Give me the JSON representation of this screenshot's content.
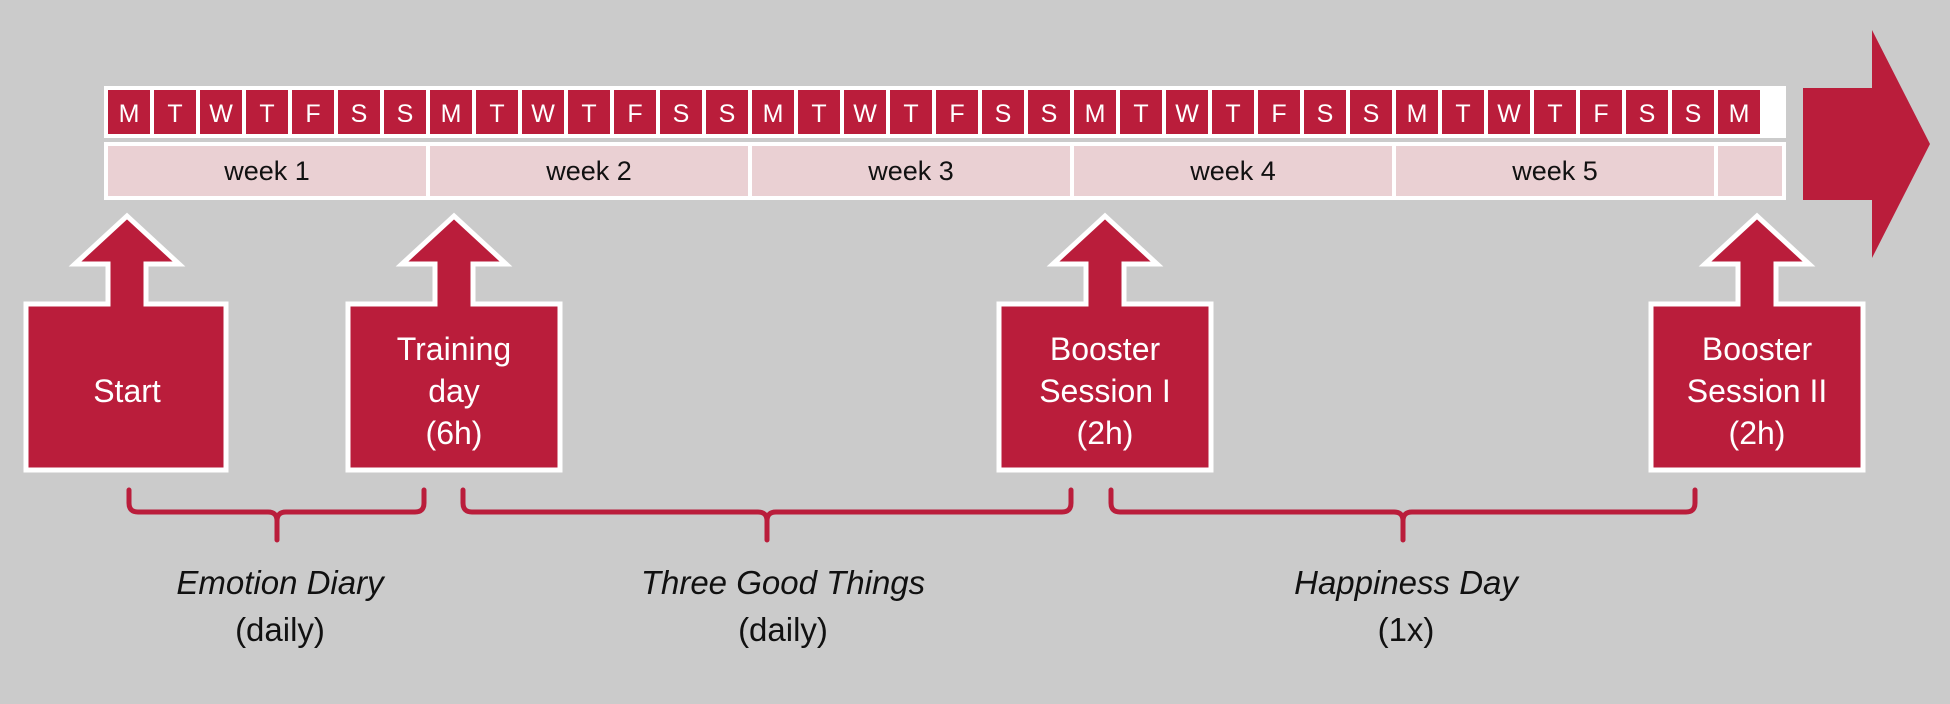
{
  "colors": {
    "background": "#cbcbcb",
    "crimson": "#ba1d3b",
    "week_band": "#ead0d3",
    "white": "#ffffff"
  },
  "timeline": {
    "days": [
      "M",
      "T",
      "W",
      "T",
      "F",
      "S",
      "S",
      "M",
      "T",
      "W",
      "T",
      "F",
      "S",
      "S",
      "M",
      "T",
      "W",
      "T",
      "F",
      "S",
      "S",
      "M",
      "T",
      "W",
      "T",
      "F",
      "S",
      "S",
      "M",
      "T",
      "W",
      "T",
      "F",
      "S",
      "S",
      "M"
    ],
    "weeks": [
      "week 1",
      "week 2",
      "week 3",
      "week 4",
      "week 5",
      ""
    ]
  },
  "milestones": [
    {
      "id": "start",
      "lines": [
        "Start"
      ]
    },
    {
      "id": "training-day",
      "lines": [
        "Training",
        "day",
        "(6h)"
      ]
    },
    {
      "id": "booster-session-1",
      "lines": [
        "Booster",
        "Session I",
        "(2h)"
      ]
    },
    {
      "id": "booster-session-2",
      "lines": [
        "Booster",
        "Session II",
        "(2h)"
      ]
    }
  ],
  "phases": [
    {
      "id": "emotion-diary",
      "title": "Emotion Diary",
      "frequency": "(daily)"
    },
    {
      "id": "three-good-things",
      "title": "Three Good Things",
      "frequency": "(daily)"
    },
    {
      "id": "happiness-day",
      "title": "Happiness Day",
      "frequency": "(1x)"
    }
  ]
}
